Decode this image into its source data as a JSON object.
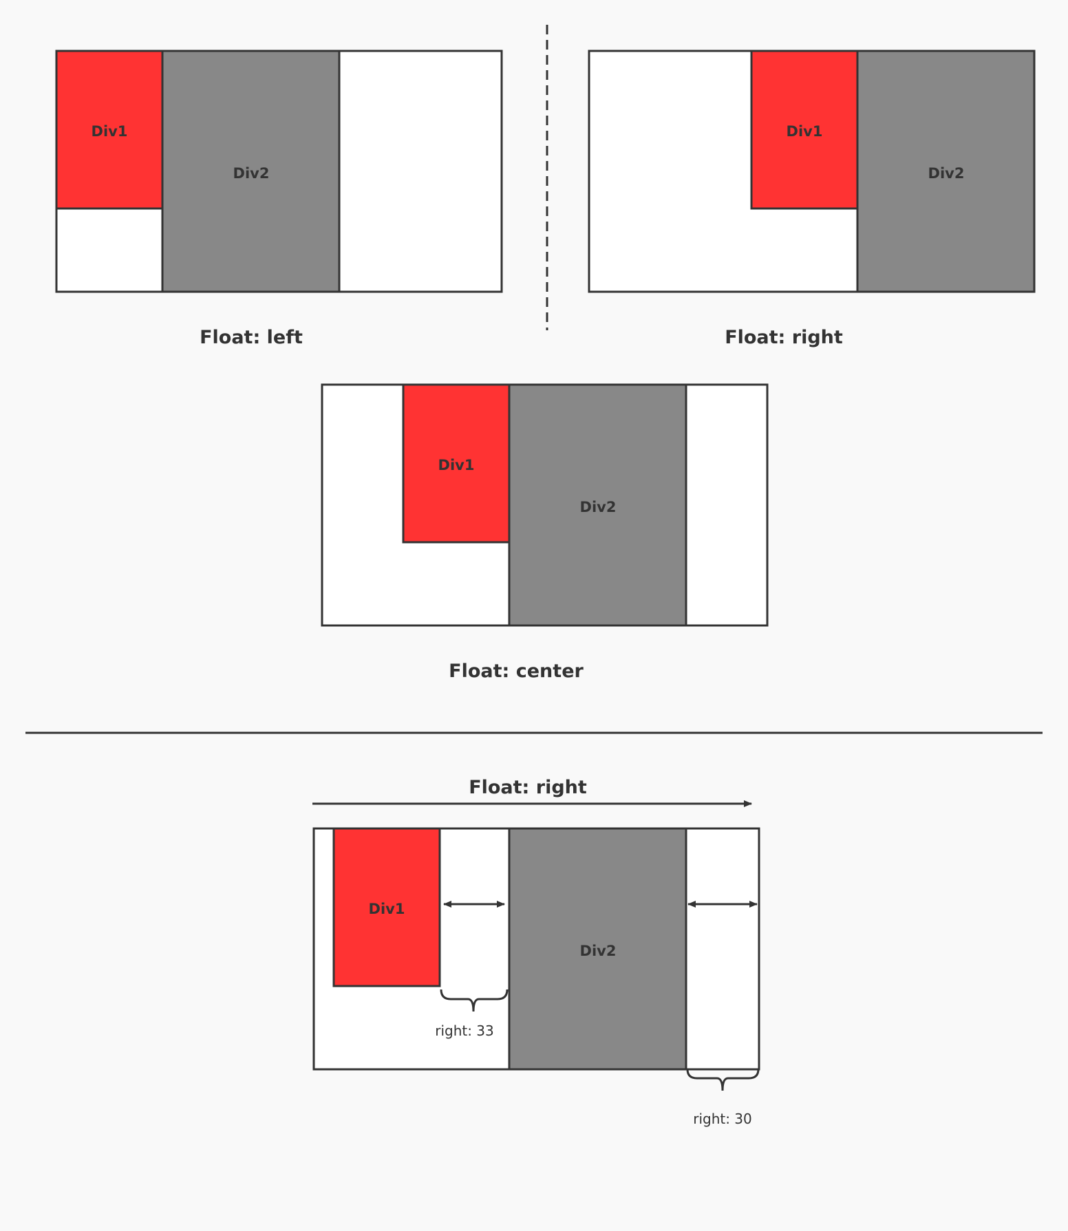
{
  "colors": {
    "background": "#f9f9f9",
    "stroke": "#333333",
    "div1_fill": "#ff3333",
    "div2_fill": "#888888",
    "container_fill": "#ffffff"
  },
  "labels": {
    "div1": "Div1",
    "div2": "Div2"
  },
  "captions": {
    "float_left": "Float: left",
    "float_right": "Float: right",
    "float_center": "Float: center",
    "float_right_bottom": "Float: right"
  },
  "annotations": {
    "div1_right": "right: 33",
    "div2_right": "right: 30"
  }
}
